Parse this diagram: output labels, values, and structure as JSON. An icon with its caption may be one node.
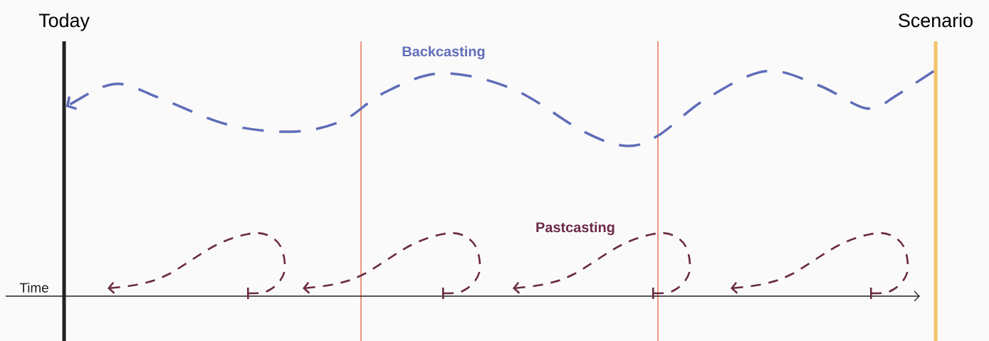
{
  "diagram": {
    "nodes": [
      {
        "text": [
          "Today"
        ]
      },
      {
        "text": [
          "Scenario"
        ]
      }
    ],
    "edges": [
      {
        "from": 1,
        "to": 0,
        "arrow": "to",
        "label": "Backcasting",
        "style": "dashed",
        "color": "#5f6db8"
      }
    ],
    "labels": [
      "Pastcasting",
      "Time"
    ]
  }
}
